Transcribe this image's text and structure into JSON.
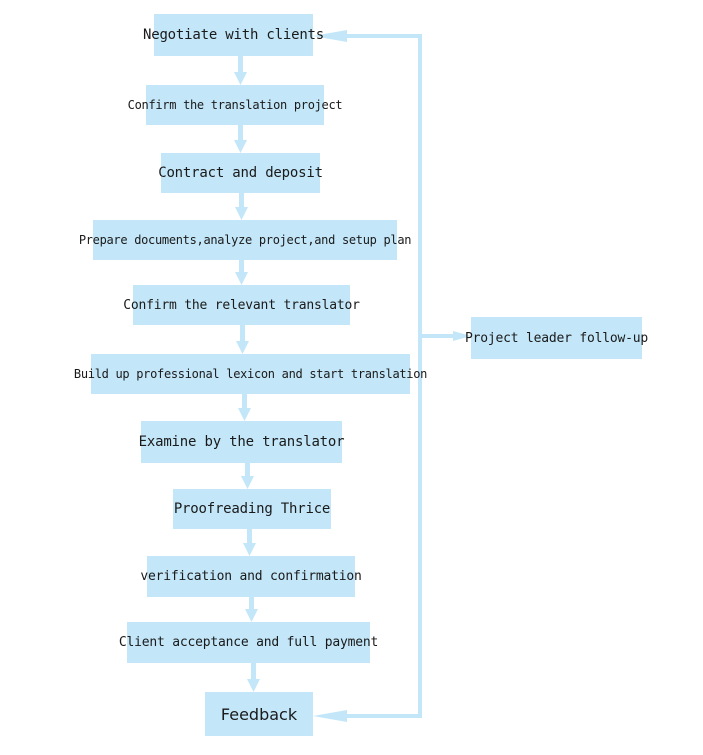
{
  "colors": {
    "box_fill": "#c3e7f9",
    "connector": "#c3e7f9",
    "text": "#1a1a1a"
  },
  "steps": [
    "Negotiate with clients",
    "Confirm the translation project",
    "Contract and deposit",
    "Prepare documents,analyze project,and setup plan",
    "Confirm the relevant translator",
    "Build up professional lexicon and start translation",
    "Examine by the translator",
    "Proofreading Thrice",
    "verification and confirmation",
    "Client acceptance and full payment",
    "Feedback"
  ],
  "side_node": "Project leader follow-up"
}
